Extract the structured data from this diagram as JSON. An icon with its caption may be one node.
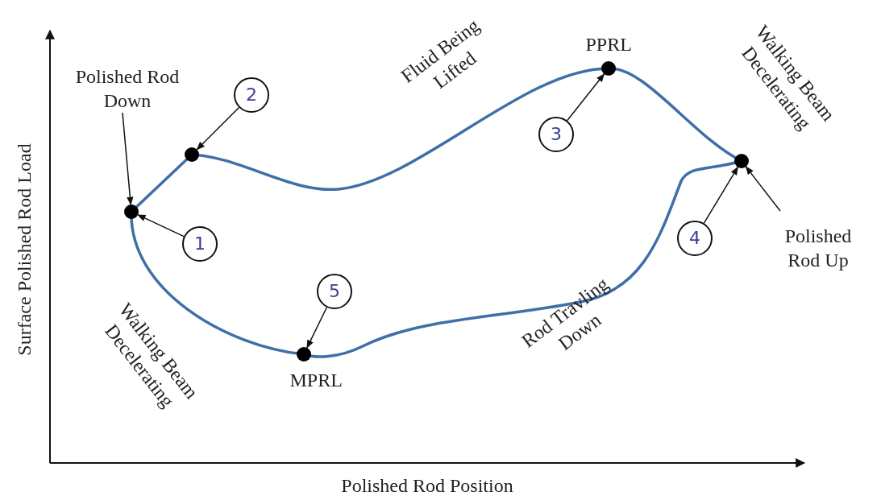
{
  "diagram": {
    "nodes": [
      {
        "text": [],
        "shape": "circle"
      },
      {
        "text": [],
        "shape": "circle"
      },
      {
        "text": [],
        "shape": "circle",
        "beside": [
          "PPRL"
        ]
      },
      {
        "text": [],
        "shape": "circle"
      },
      {
        "text": [],
        "shape": "circle",
        "beside": [
          "MPRL"
        ]
      },
      {
        "text": [
          "1"
        ]
      },
      {
        "text": [
          "2"
        ]
      },
      {
        "text": [
          "3"
        ]
      },
      {
        "text": [
          "4"
        ]
      },
      {
        "text": [
          "5"
        ]
      },
      {
        "text": [
          "Polished Rod Down"
        ]
      },
      {
        "text": [
          "Polished Rod Up"
        ]
      }
    ],
    "edges": [
      {
        "from": 5,
        "to": 0,
        "arrow": "to"
      },
      {
        "from": 6,
        "to": 1,
        "arrow": "to"
      },
      {
        "from": 7,
        "to": 2,
        "arrow": "to"
      },
      {
        "from": 8,
        "to": 3,
        "arrow": "to"
      },
      {
        "from": 9,
        "to": 4,
        "arrow": "to"
      },
      {
        "from": 10,
        "to": 0,
        "arrow": "to"
      },
      {
        "from": 11,
        "to": 3,
        "arrow": "to"
      }
    ],
    "labels": [
      "Fluid Being Lifted",
      "Walking Beam Decelerating",
      "Walking Beam Decelerating",
      "Rod Travling Down",
      "Surface Polished Rod Load",
      "Polished Rod Position"
    ]
  }
}
